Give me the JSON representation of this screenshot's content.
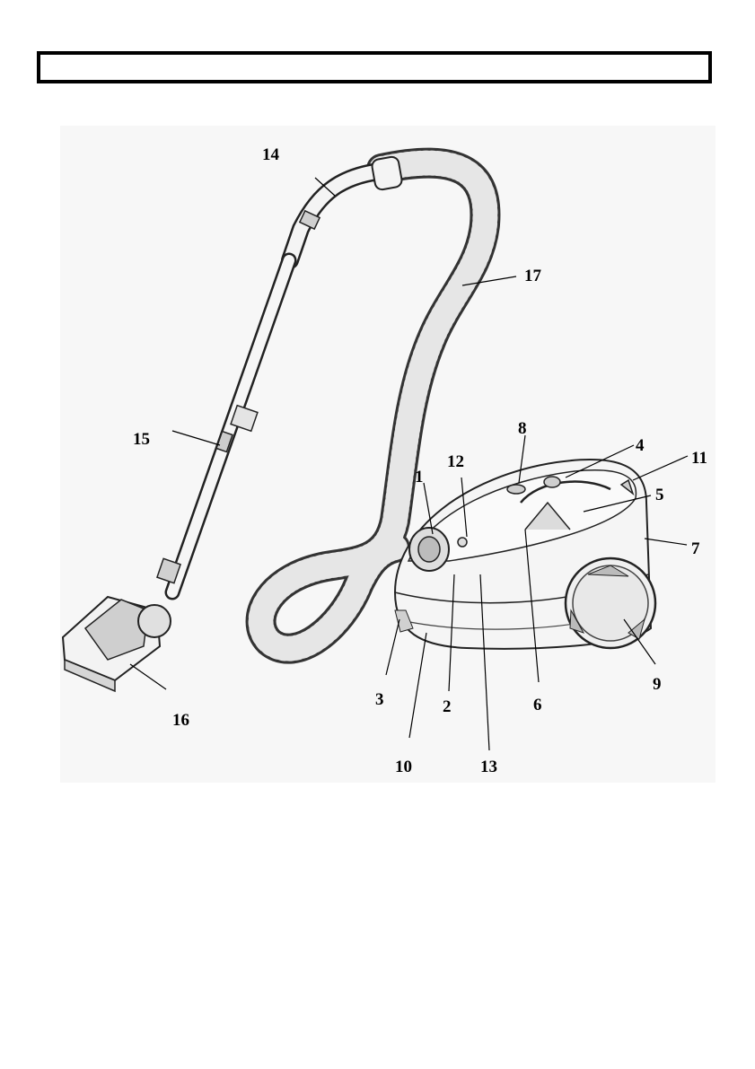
{
  "header": {
    "title": ""
  },
  "diagram": {
    "subject": "canister vacuum cleaner with hose, telescopic tube and floor brush",
    "callouts": [
      {
        "id": "c1",
        "label": "1"
      },
      {
        "id": "c2",
        "label": "2"
      },
      {
        "id": "c3",
        "label": "3"
      },
      {
        "id": "c4",
        "label": "4"
      },
      {
        "id": "c5",
        "label": "5"
      },
      {
        "id": "c6",
        "label": "6"
      },
      {
        "id": "c7",
        "label": "7"
      },
      {
        "id": "c8",
        "label": "8"
      },
      {
        "id": "c9",
        "label": "9"
      },
      {
        "id": "c10",
        "label": "10"
      },
      {
        "id": "c11",
        "label": "11"
      },
      {
        "id": "c12",
        "label": "12"
      },
      {
        "id": "c13",
        "label": "13"
      },
      {
        "id": "c14",
        "label": "14"
      },
      {
        "id": "c15",
        "label": "15"
      },
      {
        "id": "c16",
        "label": "16"
      },
      {
        "id": "c17",
        "label": "17"
      }
    ]
  }
}
